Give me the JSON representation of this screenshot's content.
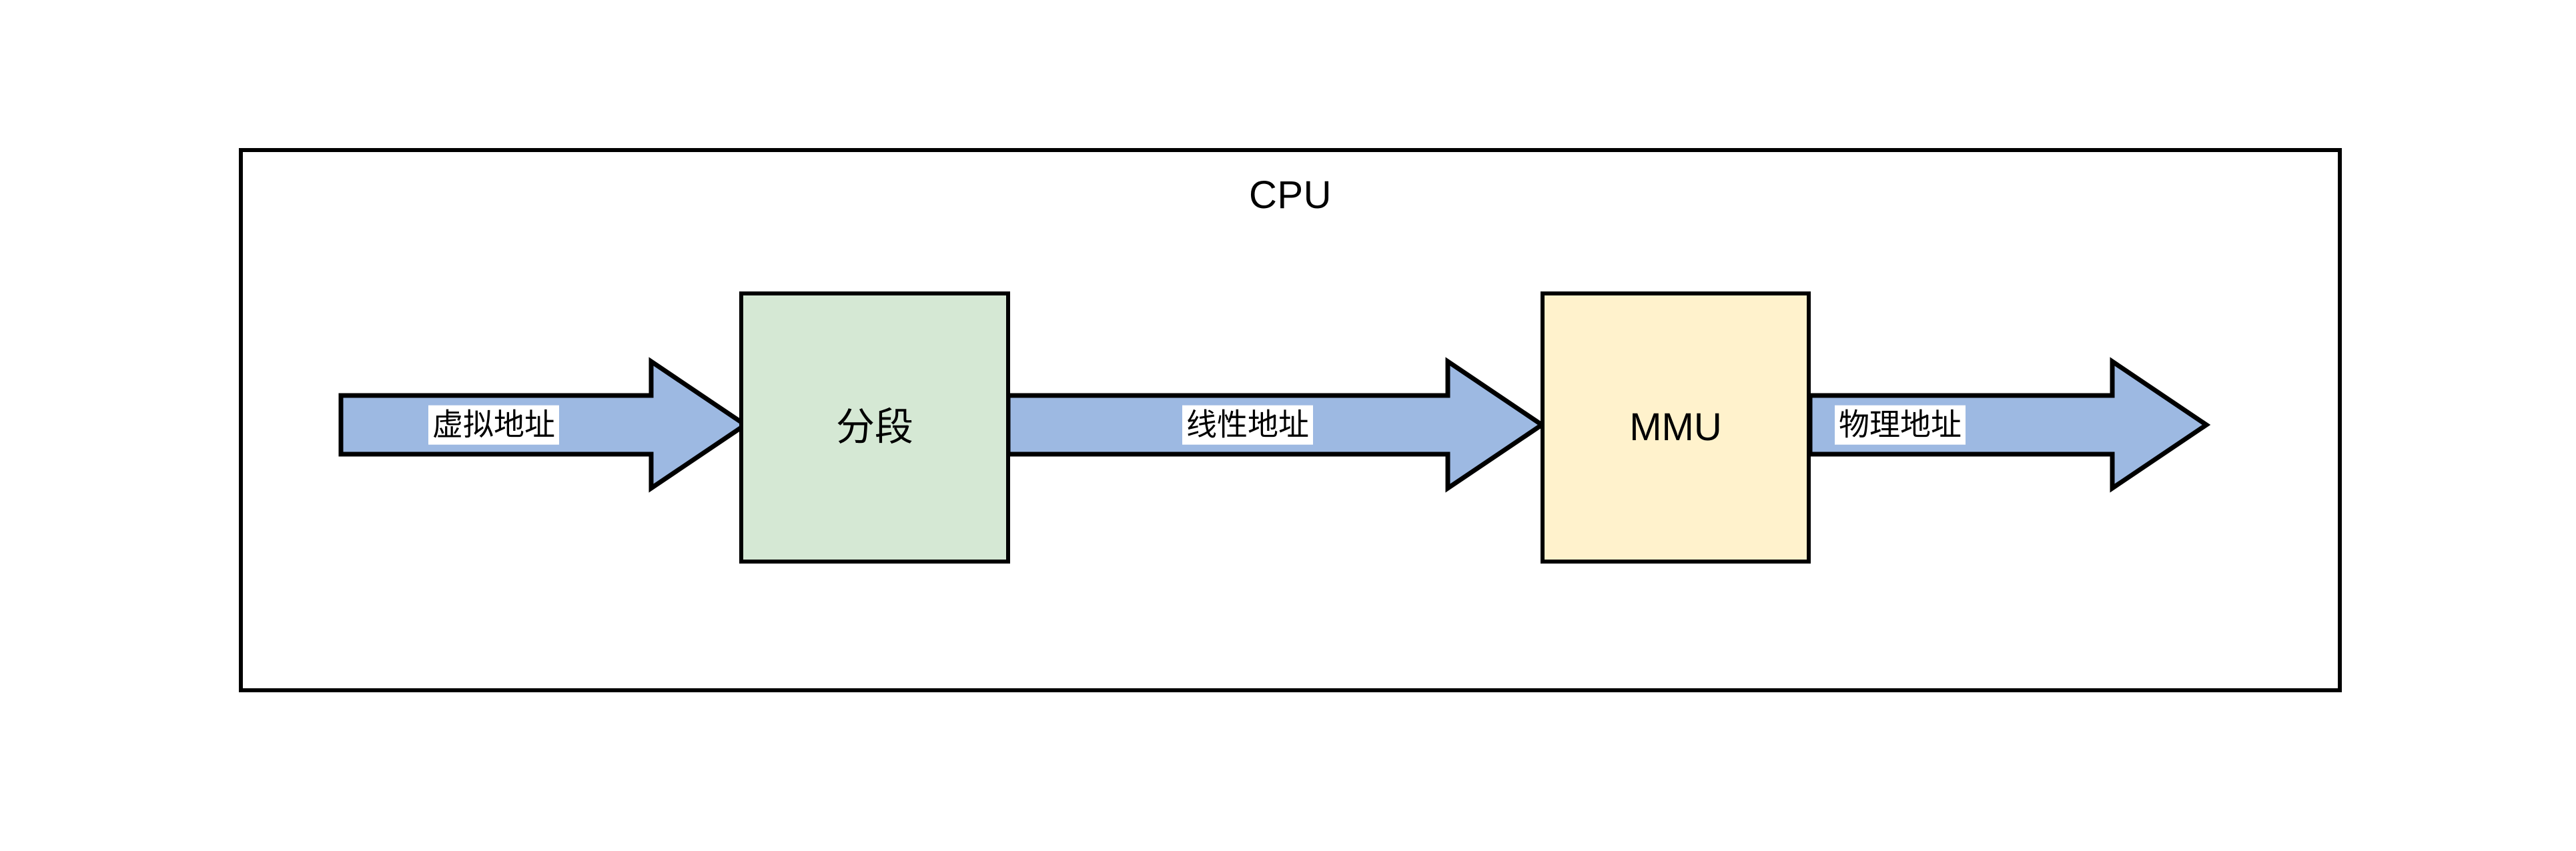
{
  "diagram": {
    "title": "CPU",
    "container": {
      "name": "CPU",
      "label": "CPU"
    },
    "nodes": [
      {
        "id": "segment",
        "label": "分段",
        "fill": "#d5e8d4",
        "stroke": "#000000"
      },
      {
        "id": "mmu",
        "label": "MMU",
        "fill": "#fff2cc",
        "stroke": "#000000"
      }
    ],
    "arrows": [
      {
        "id": "virtual-address",
        "label": "虚拟地址",
        "from": "input",
        "to": "segment",
        "fill": "#9db9e2",
        "stroke": "#000000"
      },
      {
        "id": "linear-address",
        "label": "线性地址",
        "from": "segment",
        "to": "mmu",
        "fill": "#9db9e2",
        "stroke": "#000000"
      },
      {
        "id": "physical-address",
        "label": "物理地址",
        "from": "mmu",
        "to": "output",
        "fill": "#9db9e2",
        "stroke": "#000000"
      }
    ],
    "colors": {
      "background": "#ffffff",
      "outline": "#000000",
      "arrow_fill": "#9db9e2",
      "segment_fill": "#d5e8d4",
      "mmu_fill": "#fff2cc",
      "label_background": "#ffffff",
      "text": "#000000"
    }
  }
}
